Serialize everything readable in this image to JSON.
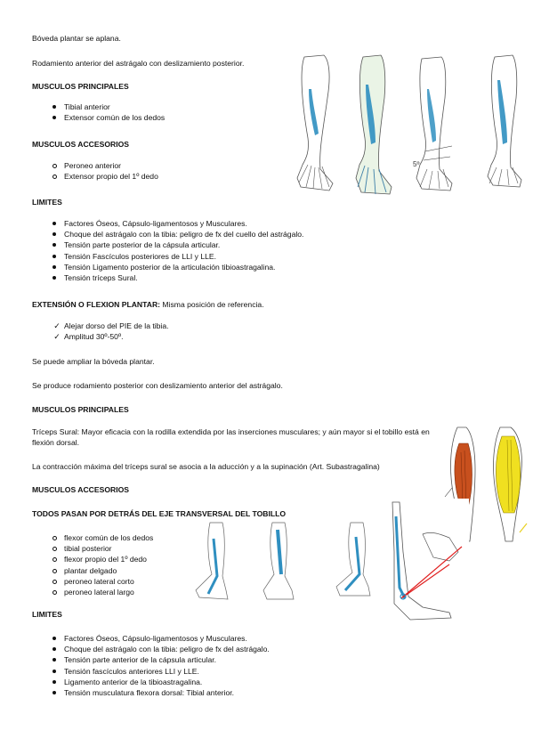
{
  "flexion_intro": {
    "line1": "Bóveda plantar se aplana.",
    "line2": "Rodamiento anterior del astrágalo con deslizamiento posterior."
  },
  "flexion_principal": {
    "heading": "MUSCULOS PRINCIPALES",
    "items": [
      "Tibial anterior",
      "Extensor común de los dedos"
    ]
  },
  "flexion_accesorios": {
    "heading": "MUSCULOS ACCESORIOS",
    "items": [
      "Peroneo anterior",
      "Extensor propio del 1º dedo"
    ]
  },
  "flexion_limites": {
    "heading": "LIMITES",
    "items": [
      "Factores Óseos, Cápsulo-ligamentosos y Musculares.",
      "Choque del astrágalo con la tibia: peligro de fx del cuello del astrágalo.",
      "Tensión parte posterior de la cápsula articular.",
      "Tensión Fascículos posteriores de LLI y LLE.",
      "Tensión Ligamento posterior de la articulación tibioastragalina.",
      "Tensión tríceps Sural."
    ]
  },
  "figure_top": {
    "angle_label": "5º"
  },
  "extension": {
    "heading": "EXTENSIÓN O FLEXION PLANTAR:",
    "heading_rest": " Misma posición de referencia.",
    "checks": [
      "Alejar dorso del PIE de la tibia.",
      "Amplitud 30º-50º."
    ],
    "line1": "Se puede ampliar la bóveda plantar.",
    "line2": "Se produce rodamiento posterior con deslizamiento anterior del astrágalo."
  },
  "ext_principal": {
    "heading": "MUSCULOS PRINCIPALES",
    "triceps_text": "Tríceps Sural: Mayor eficacia con la rodilla extendida por las inserciones musculares; y aún mayor si el tobillo está en flexión dorsal.",
    "contraction_text": "La contracción máxima del tríceps sural se asocia a la aducción y a la supinación (Art. Subastragalina)"
  },
  "ext_accesorios": {
    "heading": "MUSCULOS ACCESORIOS",
    "subheading": "TODOS PASAN POR DETRÁS DEL EJE TRANSVERSAL DEL TOBILLO",
    "items": [
      "flexor común de los dedos",
      "tibial posterior",
      "flexor propio del 1º dedo",
      "plantar delgado",
      "peroneo lateral corto",
      "peroneo lateral largo"
    ]
  },
  "ext_limites": {
    "heading": "LIMITES",
    "items": [
      "Factores Óseos, Cápsulo-ligamentosos y Musculares.",
      "Choque del astrágalo con la tibia: peligro de fx del astrágalo.",
      "Tensión parte anterior de la cápsula articular.",
      "Tensión fascículos anteriores LLI y LLE.",
      "Ligamento anterior de la tibioastragalina.",
      "Tensión musculatura flexora dorsal: Tibial anterior."
    ]
  },
  "colors": {
    "muscle_blue": "#2f8fc0",
    "muscle_red": "#c8501e",
    "muscle_yellow": "#f0e020",
    "arrow_red": "#e02020",
    "arrow_yellow": "#e8d020",
    "leg_gray": "#c9c9c9",
    "tint_green": "#eaf4e6"
  }
}
